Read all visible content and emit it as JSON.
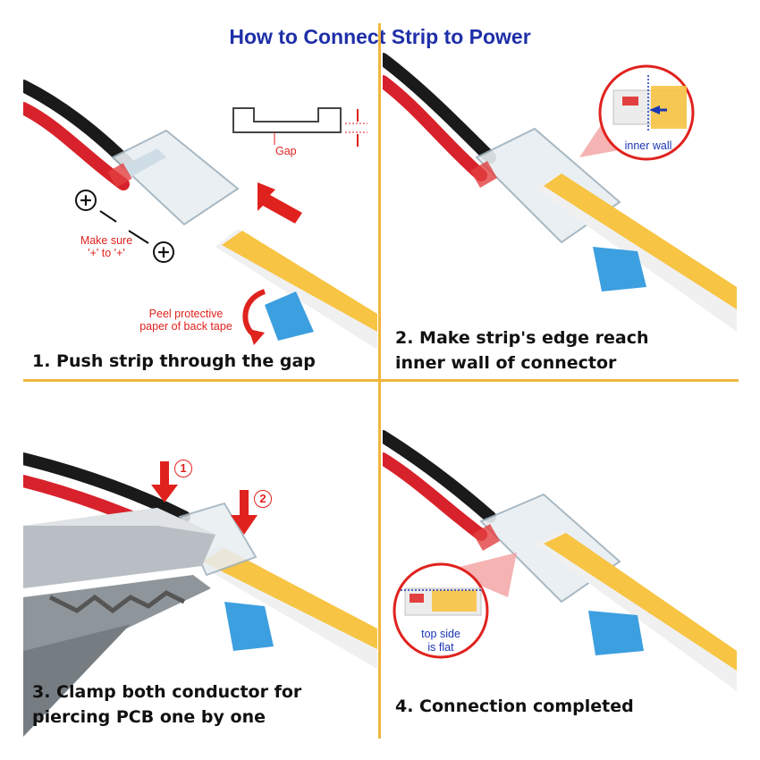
{
  "title": "How to Connect Strip to Power",
  "colors": {
    "title": "#1f2fa8",
    "divider": "#f0b63c",
    "annotation": "#e0221e",
    "strip": "#f7c443",
    "wire_red": "#d8222b",
    "wire_black": "#1a1a1a",
    "tape": "#3c9fe0"
  },
  "steps": [
    {
      "caption_lines": [
        "1. Push strip through the gap"
      ],
      "notes": {
        "gap": "Gap",
        "polarity_line1": "Make sure",
        "polarity_line2": "'+' to '+'",
        "peel_line1": "Peel protective",
        "peel_line2": "paper of back tape",
        "plus_sign": "+"
      }
    },
    {
      "caption_lines": [
        "2. Make strip's edge reach",
        "inner wall of connector"
      ],
      "notes": {
        "inner_wall": "inner wall"
      }
    },
    {
      "caption_lines": [
        "3. Clamp both conductor for",
        "piercing PCB one by one"
      ],
      "notes": {
        "marker_1": "1",
        "marker_2": "2"
      }
    },
    {
      "caption_lines": [
        "4. Connection completed"
      ],
      "notes": {
        "top_side_line1": "top side",
        "top_side_line2": "is flat"
      }
    }
  ]
}
